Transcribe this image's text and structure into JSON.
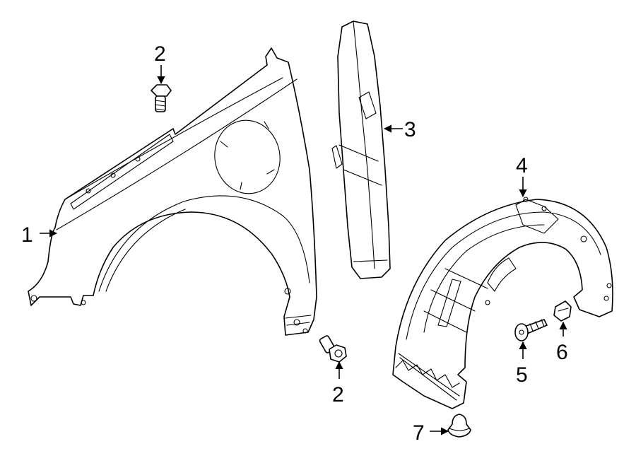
{
  "callouts": {
    "fender": "1",
    "bolt_top": "2",
    "bolt_bottom": "2",
    "insulator": "3",
    "liner_bracket": "4",
    "screw": "5",
    "nut": "6",
    "push_clip": "7"
  }
}
